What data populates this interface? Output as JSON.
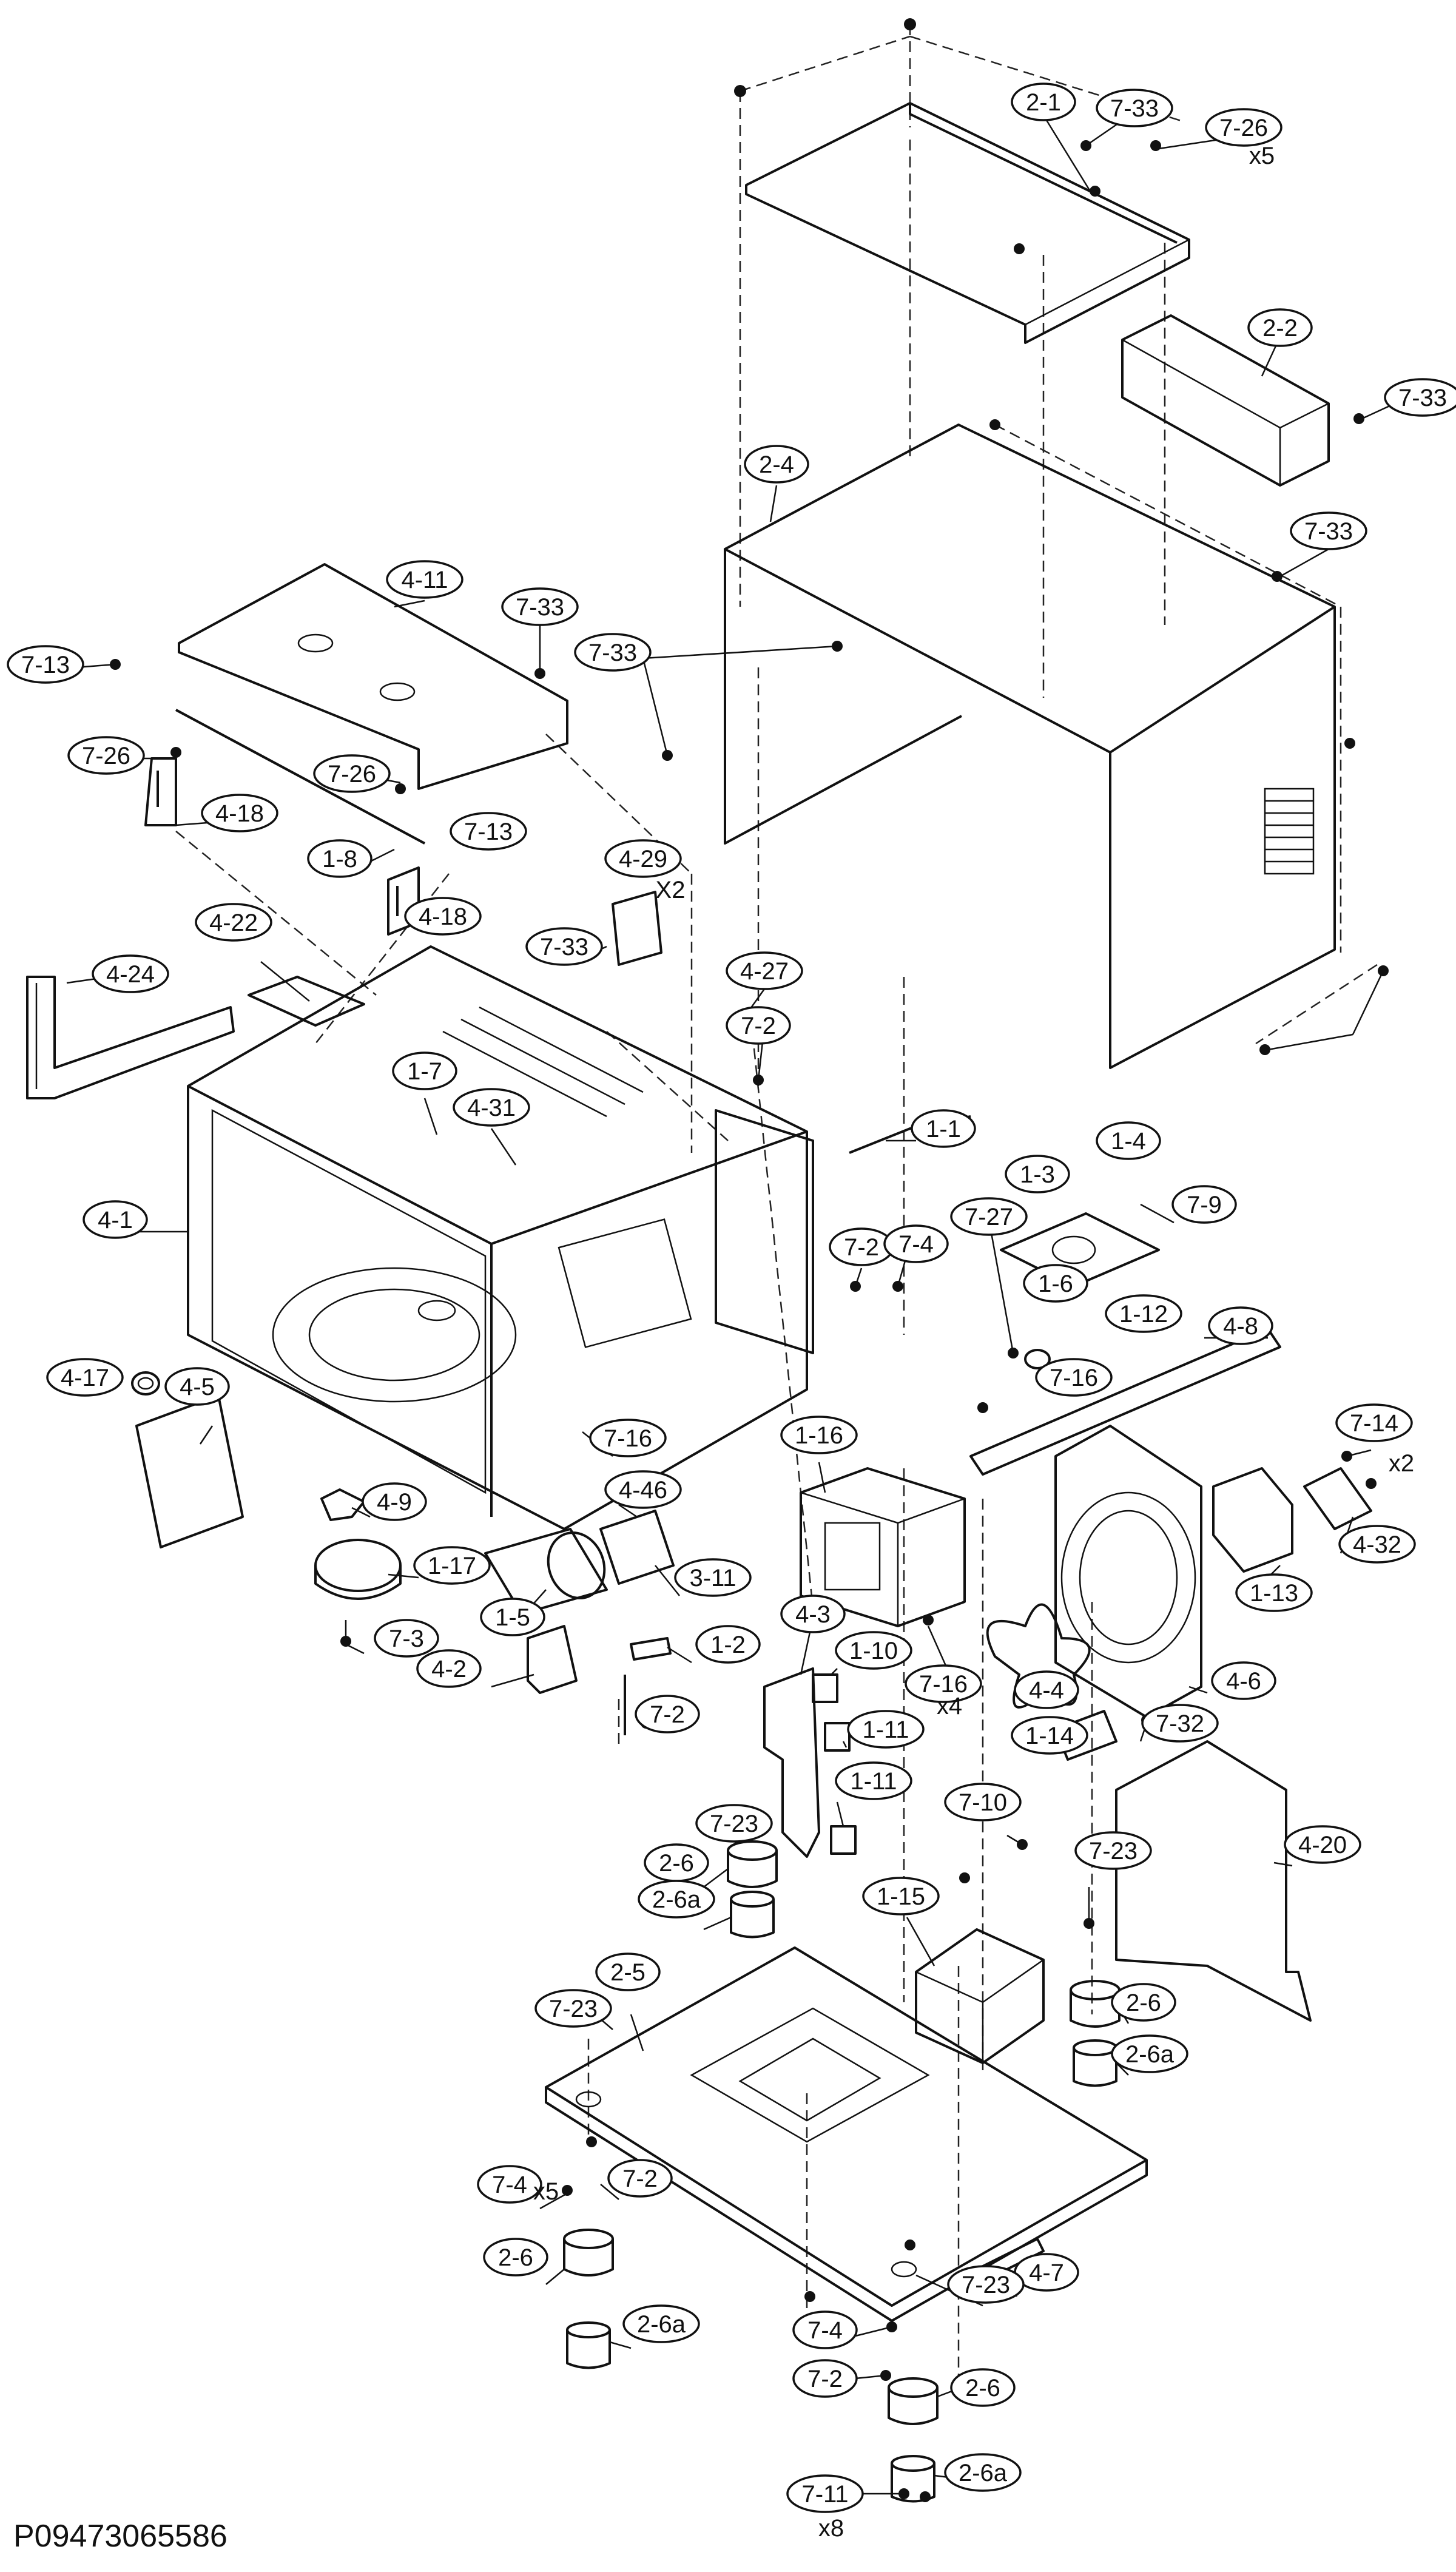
{
  "figure_code": "P09473065586",
  "callouts": [
    {
      "text": "2-1"
    },
    {
      "text": "7-33"
    },
    {
      "text": "7-26"
    },
    {
      "text": "2-2"
    },
    {
      "text": "7-33"
    },
    {
      "text": "2-4"
    },
    {
      "text": "7-33"
    },
    {
      "text": "7-33"
    },
    {
      "text": "4-11"
    },
    {
      "text": "7-33"
    },
    {
      "text": "7-13"
    },
    {
      "text": "7-26"
    },
    {
      "text": "7-26"
    },
    {
      "text": "4-18"
    },
    {
      "text": "7-13"
    },
    {
      "text": "1-8"
    },
    {
      "text": "4-18"
    },
    {
      "text": "4-29"
    },
    {
      "text": "7-33"
    },
    {
      "text": "4-27"
    },
    {
      "text": "4-22"
    },
    {
      "text": "4-24"
    },
    {
      "text": "7-2"
    },
    {
      "text": "1-7"
    },
    {
      "text": "4-31"
    },
    {
      "text": "1-1"
    },
    {
      "text": "1-4"
    },
    {
      "text": "1-3"
    },
    {
      "text": "7-9"
    },
    {
      "text": "4-1"
    },
    {
      "text": "7-2"
    },
    {
      "text": "7-4"
    },
    {
      "text": "7-27"
    },
    {
      "text": "1-6"
    },
    {
      "text": "1-12"
    },
    {
      "text": "4-8"
    },
    {
      "text": "7-16"
    },
    {
      "text": "4-17"
    },
    {
      "text": "4-5"
    },
    {
      "text": "7-16"
    },
    {
      "text": "1-16"
    },
    {
      "text": "7-14"
    },
    {
      "text": "4-9"
    },
    {
      "text": "4-46"
    },
    {
      "text": "4-32"
    },
    {
      "text": "1-17"
    },
    {
      "text": "3-11"
    },
    {
      "text": "1-13"
    },
    {
      "text": "7-3"
    },
    {
      "text": "1-5"
    },
    {
      "text": "1-2"
    },
    {
      "text": "4-3"
    },
    {
      "text": "1-10"
    },
    {
      "text": "4-2"
    },
    {
      "text": "7-2"
    },
    {
      "text": "7-16"
    },
    {
      "text": "4-4"
    },
    {
      "text": "4-6"
    },
    {
      "text": "1-11"
    },
    {
      "text": "1-14"
    },
    {
      "text": "7-32"
    },
    {
      "text": "1-11"
    },
    {
      "text": "7-23"
    },
    {
      "text": "7-10"
    },
    {
      "text": "7-23"
    },
    {
      "text": "4-20"
    },
    {
      "text": "2-6"
    },
    {
      "text": "2-6a"
    },
    {
      "text": "1-15"
    },
    {
      "text": "2-5"
    },
    {
      "text": "7-23"
    },
    {
      "text": "2-6"
    },
    {
      "text": "2-6a"
    },
    {
      "text": "7-4"
    },
    {
      "text": "7-2"
    },
    {
      "text": "2-6"
    },
    {
      "text": "4-7"
    },
    {
      "text": "7-23"
    },
    {
      "text": "2-6a"
    },
    {
      "text": "7-4"
    },
    {
      "text": "7-2"
    },
    {
      "text": "2-6"
    },
    {
      "text": "2-6a"
    },
    {
      "text": "7-11"
    }
  ],
  "multipliers": [
    {
      "text": "x5"
    },
    {
      "text": "X2"
    },
    {
      "text": "x2"
    },
    {
      "text": "x4"
    },
    {
      "text": "x5"
    },
    {
      "text": "x8"
    }
  ]
}
